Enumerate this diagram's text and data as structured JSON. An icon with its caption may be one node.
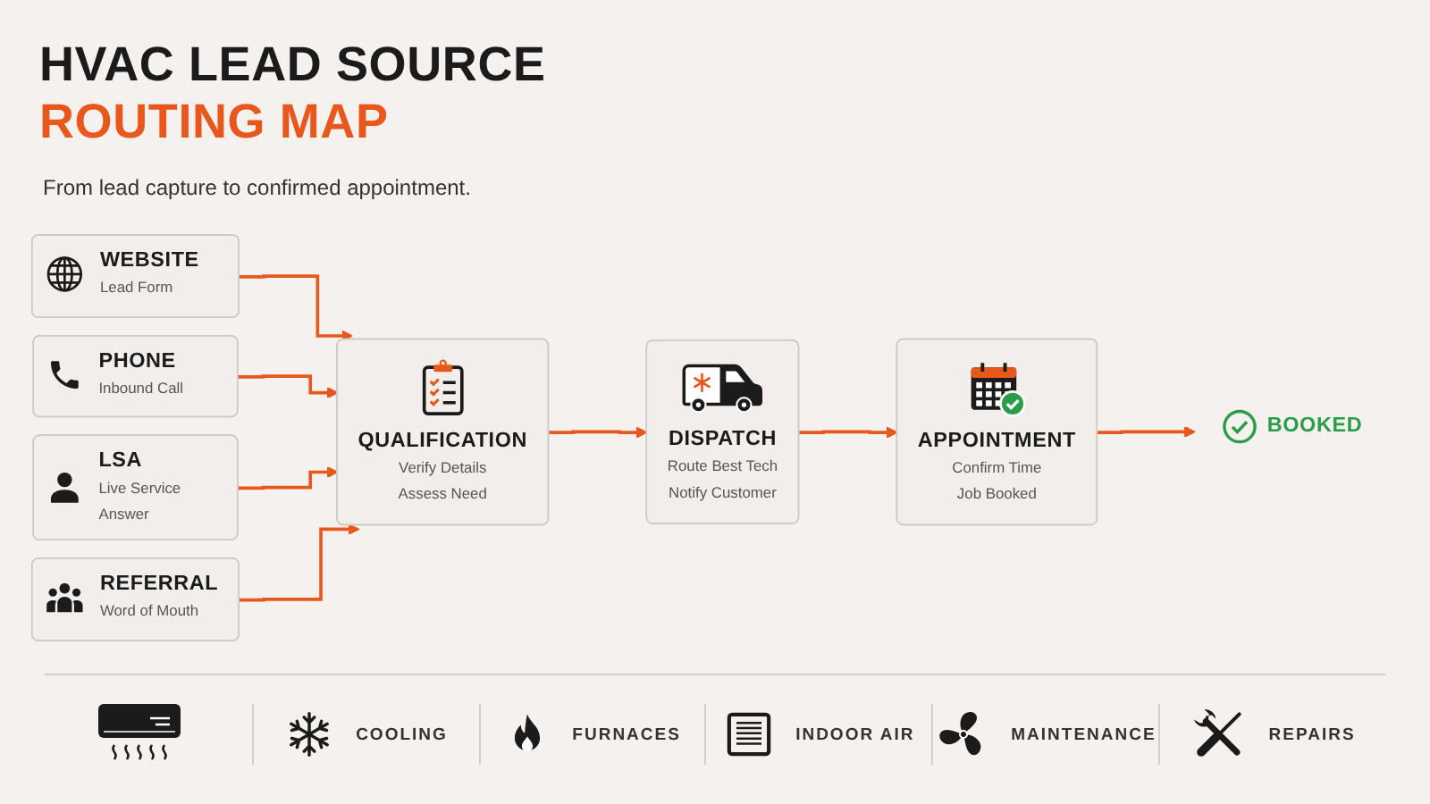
{
  "diagram": {
    "title": "HVAC LEAD SOURCE ROUTING MAP",
    "nodes": [
      {
        "text": [
          "WEBSITE",
          "Lead Form"
        ]
      },
      {
        "text": [
          "PHONE",
          "Inbound Call"
        ]
      },
      {
        "text": [
          "LSA",
          "Live Service Answer"
        ]
      },
      {
        "text": [
          "REFERRAL",
          "Word of Mouth"
        ]
      },
      {
        "text": [
          "QUALIFICATION",
          "Verify Details",
          "Assess Need"
        ]
      },
      {
        "text": [
          "DISPATCH",
          "Route Best Tech",
          "Notify Customer"
        ]
      },
      {
        "text": [
          "APPOINTMENT",
          "Confirm Time",
          "Job Booked"
        ]
      },
      {
        "text": [
          "BOOKED"
        ]
      }
    ],
    "edges": [
      {
        "from": 0,
        "to": 4,
        "arrow": "to"
      },
      {
        "from": 1,
        "to": 4,
        "arrow": "to"
      },
      {
        "from": 2,
        "to": 4,
        "arrow": "to"
      },
      {
        "from": 3,
        "to": 4,
        "arrow": "to"
      },
      {
        "from": 4,
        "to": 5,
        "arrow": "to"
      },
      {
        "from": 5,
        "to": 6,
        "arrow": "to"
      },
      {
        "from": 6,
        "to": 7,
        "arrow": "to"
      }
    ],
    "labels": [
      "From lead capture to confirmed appointment.",
      "COOLING",
      "FURNACES",
      "INDOOR AIR",
      "MAINTENANCE",
      "REPAIRS"
    ]
  }
}
